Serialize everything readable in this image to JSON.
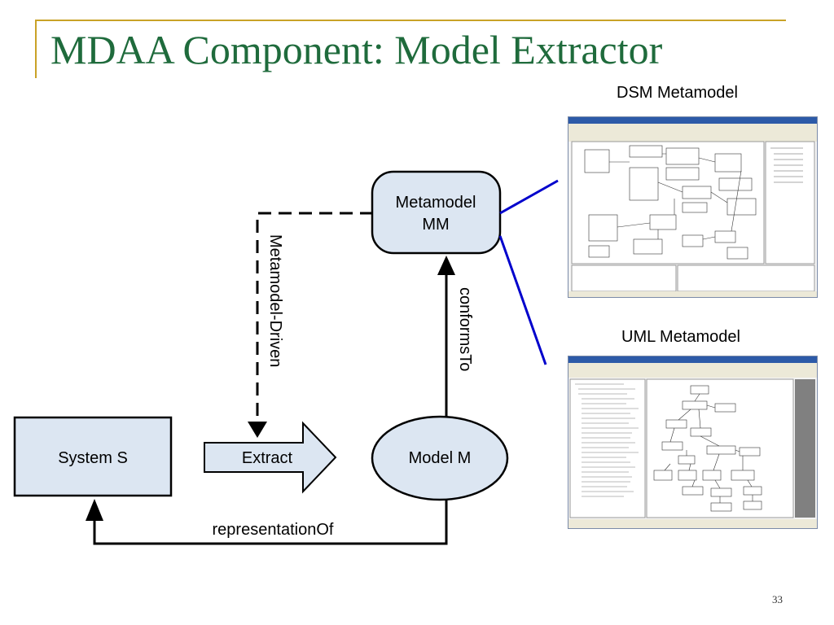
{
  "slide": {
    "title": "MDAA Component: Model Extractor",
    "page_number": "33"
  },
  "screenshots": {
    "dsm_caption": "DSM Metamodel",
    "uml_caption": "UML Metamodel"
  },
  "diagram": {
    "metamodel_line1": "Metamodel",
    "metamodel_line2": "MM",
    "system_label": "System S",
    "extract_label": "Extract",
    "model_label": "Model M",
    "metamodel_driven_label": "Metamodel-Driven",
    "conforms_to_label": "conformsTo",
    "representation_of_label": "representationOf"
  },
  "colors": {
    "title": "#1f6b3c",
    "title_rule": "#c9a227",
    "node_fill": "#dce6f2",
    "connector": "#0000cc"
  }
}
